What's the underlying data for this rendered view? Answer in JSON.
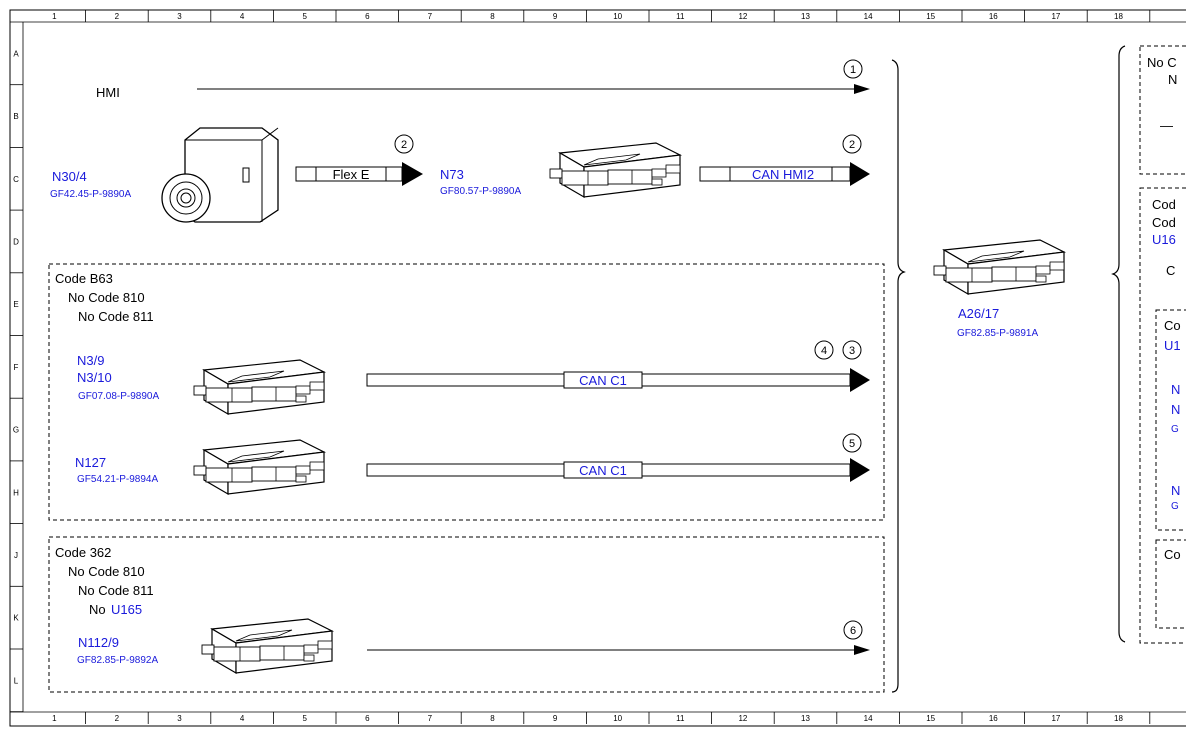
{
  "ruler": {
    "cols": [
      "1",
      "2",
      "3",
      "4",
      "5",
      "6",
      "7",
      "8",
      "9",
      "10",
      "11",
      "12",
      "13",
      "14",
      "15",
      "16",
      "17",
      "18"
    ],
    "rows": [
      "A",
      "B",
      "C",
      "D",
      "E",
      "F",
      "G",
      "H",
      "J",
      "K",
      "L"
    ]
  },
  "hmi": {
    "label": "HMI",
    "marker": "1"
  },
  "camera": {
    "code": "N30/4",
    "ref": "GF42.45-P-9890A",
    "bus": "Flex E",
    "marker": "2"
  },
  "n73": {
    "code": "N73",
    "ref": "GF80.57-P-9890A",
    "bus": "CAN HMI2",
    "marker": "2"
  },
  "group_b63": {
    "lines": [
      "Code B63",
      "No Code 810",
      "No Code 811"
    ],
    "unit1": {
      "code1": "N3/9",
      "code2": "N3/10",
      "ref": "GF07.08-P-9890A",
      "bus": "CAN C1",
      "markers": [
        "4",
        "3"
      ]
    },
    "unit2": {
      "code": "N127",
      "ref": "GF54.21-P-9894A",
      "bus": "CAN C1",
      "marker": "5"
    }
  },
  "group_362": {
    "lines": [
      "Code 362",
      "No Code 810",
      "No Code 811"
    ],
    "no_prefix": "No",
    "no_code": "U165",
    "unit": {
      "code": "N112/9",
      "ref": "GF82.85-P-9892A",
      "marker": "6"
    }
  },
  "a26": {
    "code": "A26/17",
    "ref": "GF82.85-P-9891A"
  },
  "right_cut": {
    "box1": [
      "No C",
      "N",
      "—"
    ],
    "box2": [
      "Cod",
      "Cod",
      "U16"
    ],
    "box2b": "C",
    "inner1": [
      "Co",
      "U1"
    ],
    "inner1_codes": [
      "N",
      "N",
      "G",
      "N",
      "G"
    ],
    "inner2": "Co"
  }
}
